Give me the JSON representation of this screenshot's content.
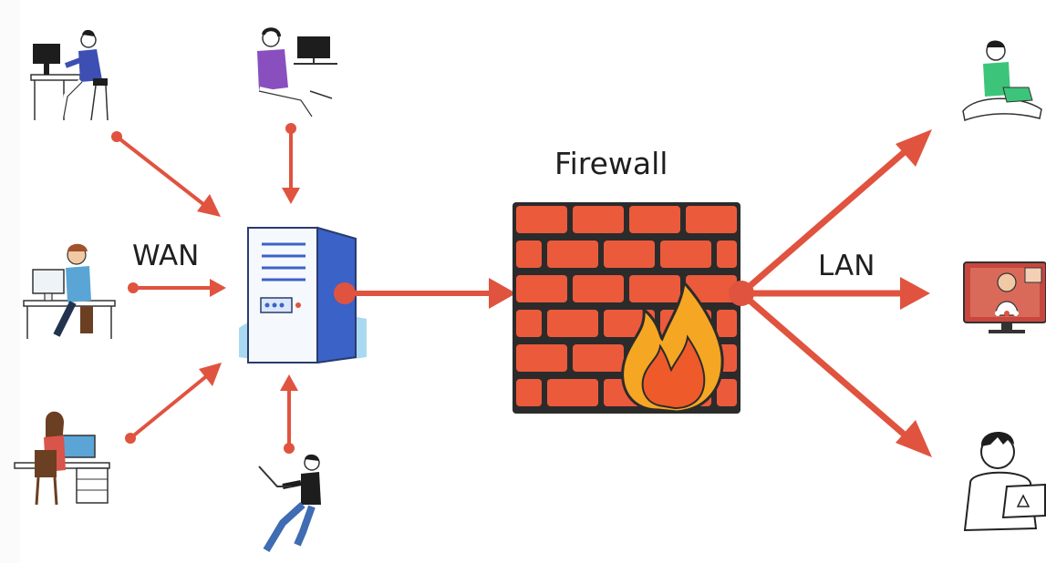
{
  "labels": {
    "wan": "WAN",
    "lan": "LAN",
    "firewall": "Firewall"
  },
  "colors": {
    "arrow": "#e0533f",
    "brick": "#ec5a3c",
    "mortar": "#2b2b2b",
    "flame_outer": "#f5a623",
    "flame_inner": "#ef5a2b",
    "server_body": "#f4f7fb",
    "server_side": "#3c64c7",
    "server_water": "#9fd3ee"
  },
  "nodes": {
    "wan_users": [
      "user-desk-typing",
      "user-headset-laptop",
      "user-desk-sitting",
      "user-desk-woman",
      "user-laptop-sitting"
    ],
    "server": "server-tower",
    "firewall": "brick-firewall-with-flame",
    "lan_users": [
      "user-green-laptop",
      "video-call-monitor",
      "user-sketch-laptop"
    ]
  }
}
